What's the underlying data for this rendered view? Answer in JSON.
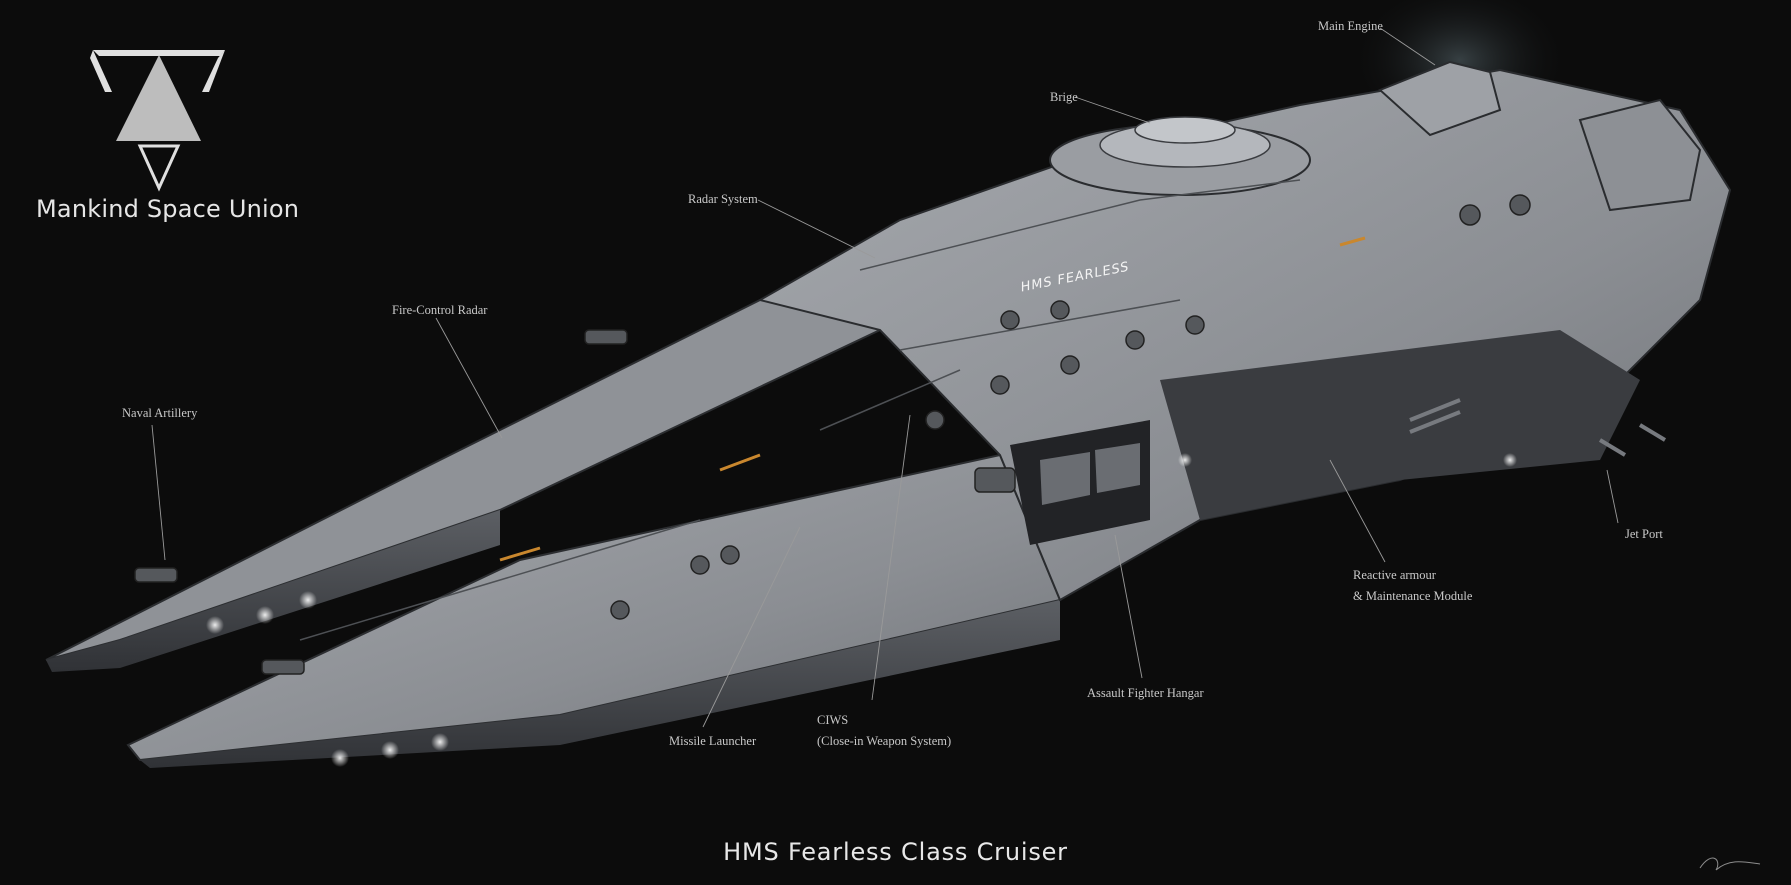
{
  "logo": {
    "text": "Mankind Space Union",
    "icon": "triangle-emblem-icon"
  },
  "title": "HMS Fearless Class Cruiser",
  "hull_marking": "HMS FEARLESS",
  "callouts": [
    {
      "id": "main-engine",
      "label": "Main Engine"
    },
    {
      "id": "brige",
      "label": "Brige"
    },
    {
      "id": "radar-system",
      "label": "Radar System"
    },
    {
      "id": "fire-control-radar",
      "label": "Fire-Control Radar"
    },
    {
      "id": "naval-artillery",
      "label": "Naval Artillery"
    },
    {
      "id": "jet-port",
      "label": "Jet Port"
    },
    {
      "id": "reactive-armour",
      "label": "Reactive armour",
      "label2": "& Maintenance Module"
    },
    {
      "id": "assault-fighter-hangar",
      "label": "Assault Fighter Hangar"
    },
    {
      "id": "ciws",
      "label": "CIWS",
      "label2": "(Close-in Weapon System)"
    },
    {
      "id": "missile-launcher",
      "label": "Missile Launcher"
    }
  ],
  "colors": {
    "background": "#0c0c0c",
    "hull": "#8e9196",
    "accent": "#c9872e",
    "text": "#c9c9c9"
  }
}
